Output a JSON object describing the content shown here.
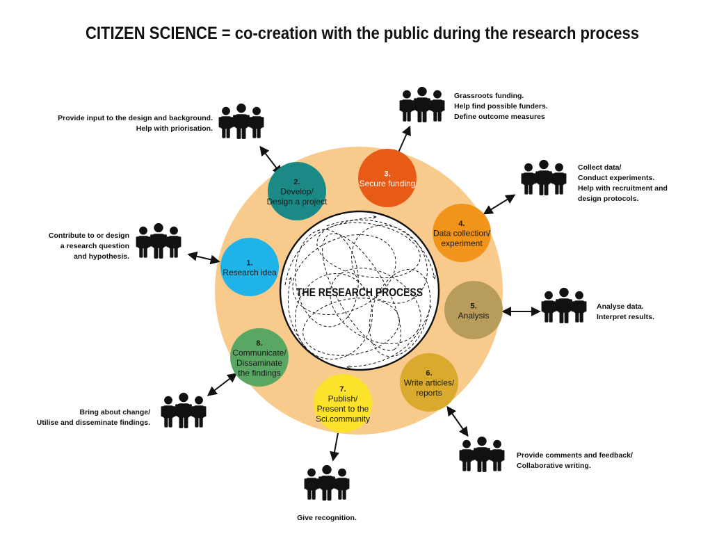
{
  "title": "CITIZEN SCIENCE = co-creation with the public during the research process",
  "center_label": "THE RESEARCH PROCESS",
  "colors": {
    "ring": "#f8cb8c",
    "ink": "#111111",
    "white": "#ffffff"
  },
  "icons": {
    "person_group": "people-group-icon",
    "arrow": "double-arrow-icon"
  },
  "steps": [
    {
      "id": "research-idea",
      "number": "1.",
      "lines": [
        "Research idea"
      ],
      "color": "#1fb3e8",
      "text_color": "#1a1a1a",
      "note": [
        "Contribute to or design",
        "a research question",
        "and hypothesis."
      ]
    },
    {
      "id": "develop",
      "number": "2.",
      "lines": [
        "Develop/",
        "Design a project"
      ],
      "color": "#1b8a87",
      "text_color": "#1a1a1a",
      "note": [
        "Provide input to the design and background.",
        "Help with priorisation."
      ]
    },
    {
      "id": "secure-funding",
      "number": "3.",
      "lines": [
        "Secure funding"
      ],
      "color": "#e85b17",
      "text_color": "#ffffff",
      "note": [
        "Grassroots funding.",
        "Help find possible funders.",
        "Define outcome measures"
      ]
    },
    {
      "id": "data-collection",
      "number": "4.",
      "lines": [
        "Data collection/",
        "experiment"
      ],
      "color": "#f29419",
      "text_color": "#1a1a1a",
      "note": [
        "Collect data/",
        "Conduct experiments.",
        "Help with recruitment and",
        "design protocols."
      ]
    },
    {
      "id": "analysis",
      "number": "5.",
      "lines": [
        "Analysis"
      ],
      "color": "#b79c5c",
      "text_color": "#1a1a1a",
      "note": [
        "Analyse data.",
        "Interpret results."
      ]
    },
    {
      "id": "write-articles",
      "number": "6.",
      "lines": [
        "Write articles/",
        "reports"
      ],
      "color": "#d9aa2d",
      "text_color": "#1a1a1a",
      "note": [
        "Provide comments and feedback/",
        "Collaborative writing."
      ]
    },
    {
      "id": "publish",
      "number": "7.",
      "lines": [
        "Publish/",
        "Present to the",
        "Sci.community"
      ],
      "color": "#fde22b",
      "text_color": "#1a1a1a",
      "note": [
        "Give recognition."
      ]
    },
    {
      "id": "communicate",
      "number": "8.",
      "lines": [
        "Communicate/",
        "Dissaminate",
        "the findings"
      ],
      "color": "#5aa764",
      "text_color": "#1a1a1a",
      "note": [
        "Bring about change/",
        "Utilise and disseminate findings."
      ]
    }
  ]
}
